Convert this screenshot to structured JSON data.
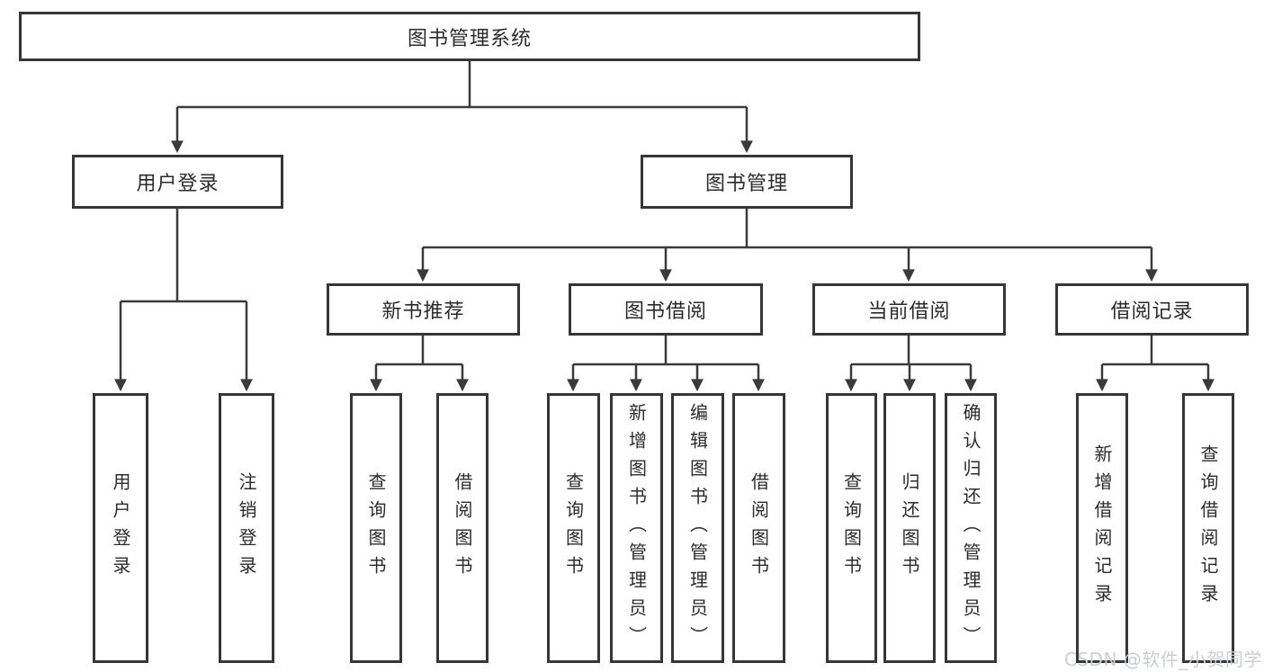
{
  "diagram": {
    "type": "hierarchy-tree",
    "tree": {
      "root": {
        "label": "图书管理系统",
        "children": [
          {
            "label": "用户登录",
            "children": [
              {
                "label": "用户登录"
              },
              {
                "label": "注销登录"
              }
            ]
          },
          {
            "label": "图书管理",
            "children": [
              {
                "label": "新书推荐",
                "children": [
                  {
                    "label": "查询图书"
                  },
                  {
                    "label": "借阅图书"
                  }
                ]
              },
              {
                "label": "图书借阅",
                "children": [
                  {
                    "label": "查询图书"
                  },
                  {
                    "label": "新增图书（管理员）"
                  },
                  {
                    "label": "编辑图书（管理员）"
                  },
                  {
                    "label": "借阅图书"
                  }
                ]
              },
              {
                "label": "当前借阅",
                "children": [
                  {
                    "label": "查询图书"
                  },
                  {
                    "label": "归还图书"
                  },
                  {
                    "label": "确认归还（管理员）"
                  }
                ]
              },
              {
                "label": "借阅记录",
                "children": [
                  {
                    "label": "新增借阅记录"
                  },
                  {
                    "label": "查询借阅记录"
                  }
                ]
              }
            ]
          }
        ]
      }
    }
  },
  "watermark": {
    "text": "CSDN @软件_小贺同学"
  },
  "colors": {
    "box-border": "#363636",
    "line": "#3a3a3a",
    "text": "#2b2b2b",
    "watermark": "#c9ced3",
    "background": "#ffffff"
  }
}
